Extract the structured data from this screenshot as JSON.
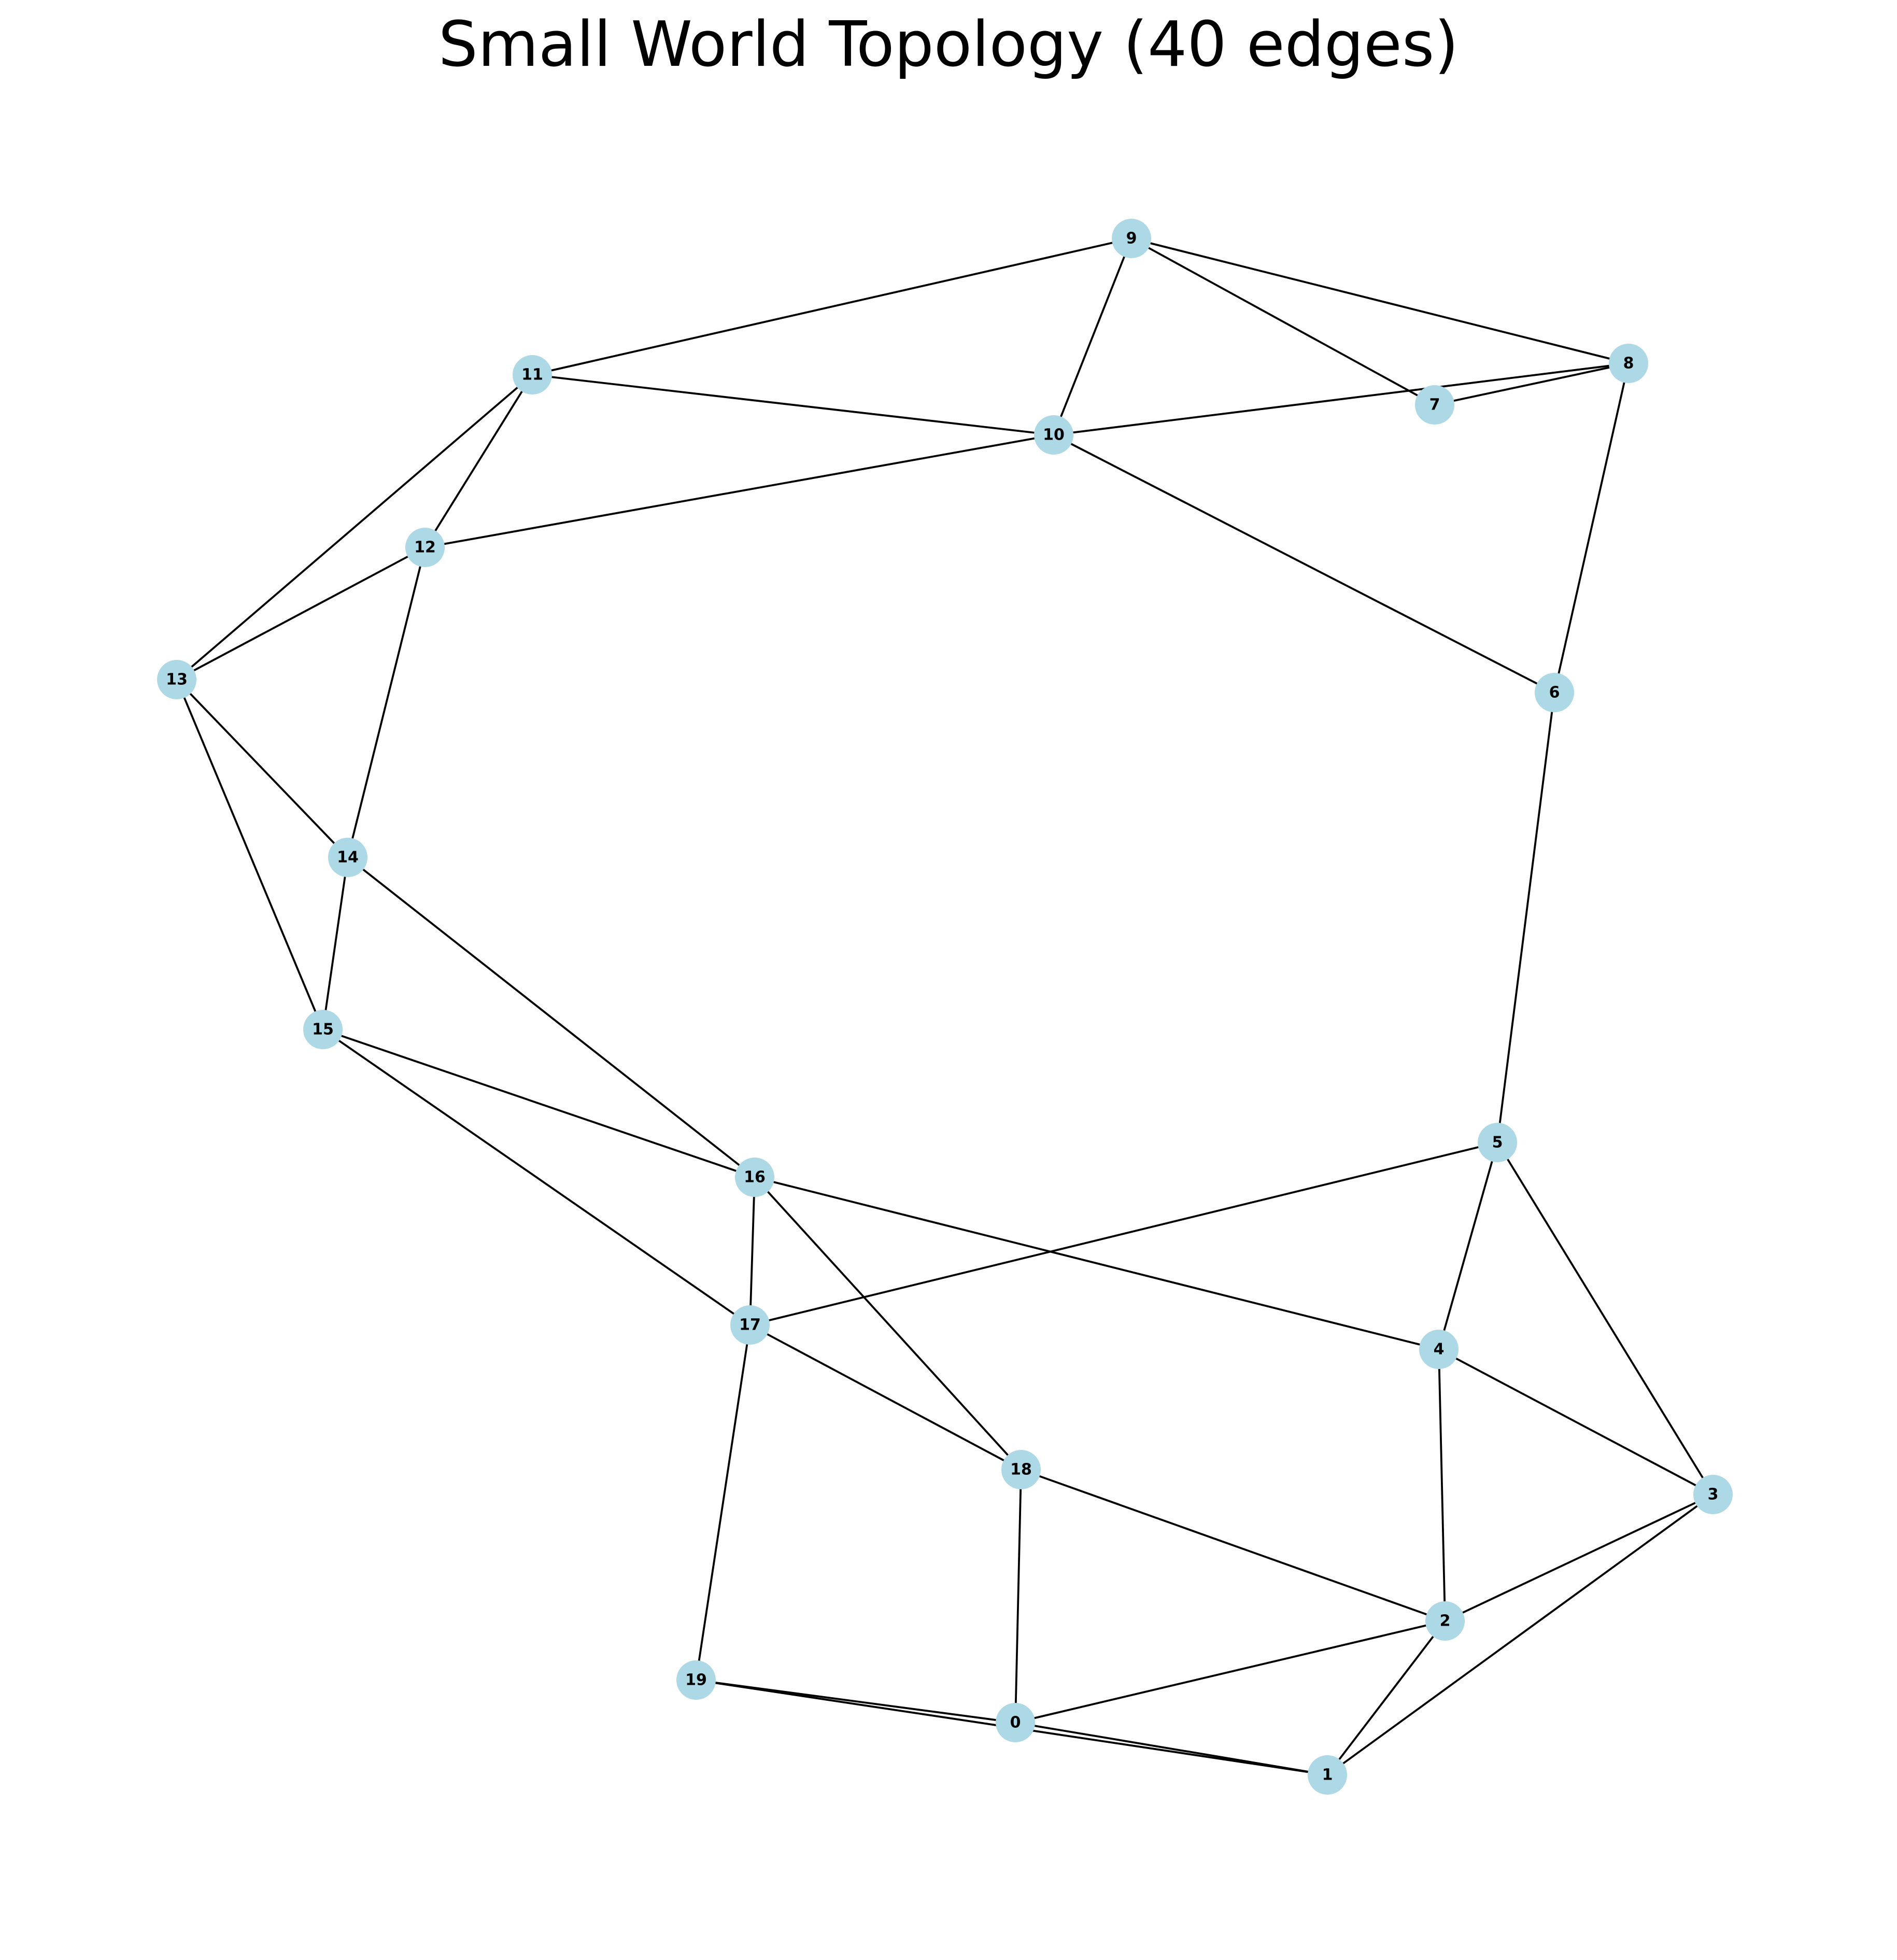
{
  "title": "Small World Topology (40 edges)",
  "colors": {
    "node_fill": "#add8e6",
    "edge": "#000000",
    "label": "#000000",
    "background": "#ffffff"
  },
  "nodes": [
    {
      "id": "0",
      "label": "0"
    },
    {
      "id": "1",
      "label": "1"
    },
    {
      "id": "2",
      "label": "2"
    },
    {
      "id": "3",
      "label": "3"
    },
    {
      "id": "4",
      "label": "4"
    },
    {
      "id": "5",
      "label": "5"
    },
    {
      "id": "6",
      "label": "6"
    },
    {
      "id": "7",
      "label": "7"
    },
    {
      "id": "8",
      "label": "8"
    },
    {
      "id": "9",
      "label": "9"
    },
    {
      "id": "10",
      "label": "10"
    },
    {
      "id": "11",
      "label": "11"
    },
    {
      "id": "12",
      "label": "12"
    },
    {
      "id": "13",
      "label": "13"
    },
    {
      "id": "14",
      "label": "14"
    },
    {
      "id": "15",
      "label": "15"
    },
    {
      "id": "16",
      "label": "16"
    },
    {
      "id": "17",
      "label": "17"
    },
    {
      "id": "18",
      "label": "18"
    },
    {
      "id": "19",
      "label": "19"
    }
  ],
  "edges": [
    [
      "9",
      "11"
    ],
    [
      "9",
      "10"
    ],
    [
      "9",
      "7"
    ],
    [
      "9",
      "8"
    ],
    [
      "11",
      "10"
    ],
    [
      "11",
      "12"
    ],
    [
      "11",
      "13"
    ],
    [
      "10",
      "8"
    ],
    [
      "10",
      "12"
    ],
    [
      "10",
      "6"
    ],
    [
      "8",
      "7"
    ],
    [
      "8",
      "6"
    ],
    [
      "6",
      "5"
    ],
    [
      "12",
      "13"
    ],
    [
      "12",
      "14"
    ],
    [
      "13",
      "14"
    ],
    [
      "13",
      "15"
    ],
    [
      "14",
      "15"
    ],
    [
      "14",
      "16"
    ],
    [
      "15",
      "16"
    ],
    [
      "15",
      "17"
    ],
    [
      "16",
      "17"
    ],
    [
      "16",
      "18"
    ],
    [
      "16",
      "4"
    ],
    [
      "5",
      "17"
    ],
    [
      "5",
      "4"
    ],
    [
      "5",
      "3"
    ],
    [
      "17",
      "18"
    ],
    [
      "17",
      "19"
    ],
    [
      "4",
      "3"
    ],
    [
      "4",
      "2"
    ],
    [
      "3",
      "2"
    ],
    [
      "3",
      "1"
    ],
    [
      "18",
      "2"
    ],
    [
      "18",
      "0"
    ],
    [
      "2",
      "0"
    ],
    [
      "2",
      "1"
    ],
    [
      "19",
      "0"
    ],
    [
      "19",
      "1"
    ],
    [
      "0",
      "1"
    ]
  ]
}
